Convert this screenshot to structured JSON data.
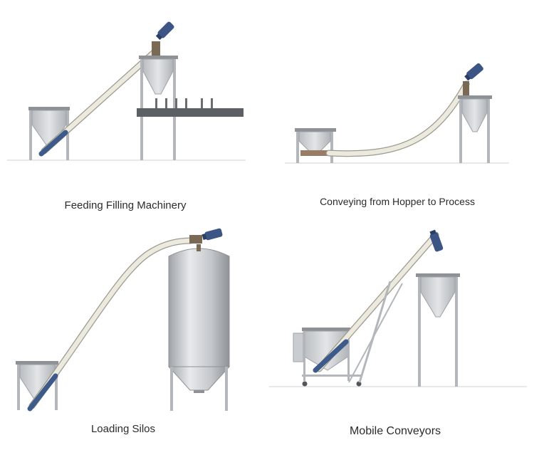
{
  "captions": {
    "feeding": "Feeding Filling Machinery",
    "conveying": "Conveying from Hopper to Process",
    "silos": "Loading Silos",
    "mobile": "Mobile Conveyors"
  },
  "colors": {
    "background": "#ffffff",
    "frame": "#b3b7bb",
    "frame_dark": "#7d8186",
    "hopper": "#c9ccd0",
    "tube": "#eceade",
    "tube_edge": "#9c9a8c",
    "auger": "#3c5a8a",
    "motor": "#3d5585",
    "gearbox": "#7a6a55",
    "belt": "#5c5f63",
    "silo": "#cfd2d6",
    "caption": "#2b2b2b"
  },
  "icons": {
    "motor": "electric-motor-icon",
    "hopper": "funnel-hopper-icon",
    "silo": "storage-silo-icon"
  }
}
